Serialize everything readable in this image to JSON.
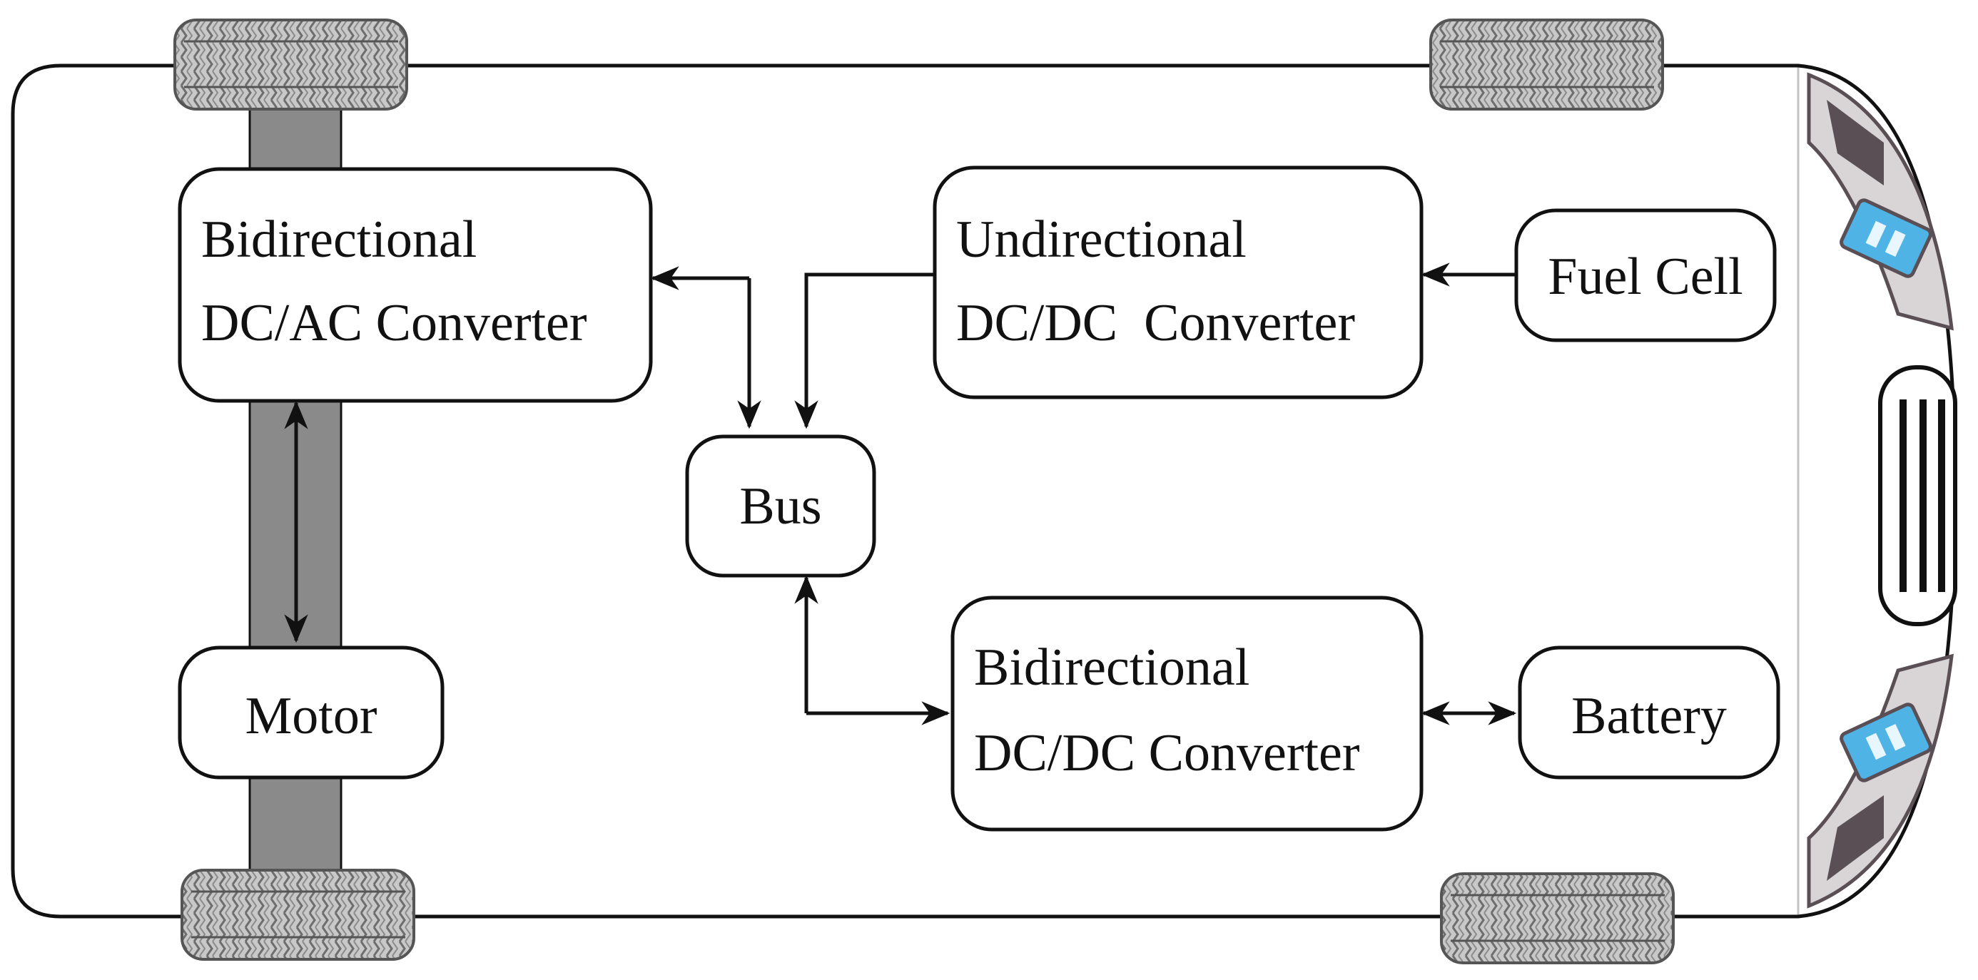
{
  "diagram": {
    "nodes": {
      "dcac": {
        "lines": [
          "Bidirectional",
          "DC/AC Converter"
        ]
      },
      "undir": {
        "lines": [
          "Undirectional",
          "DC/DC  Converter"
        ]
      },
      "fuel": {
        "lines": [
          "Fuel Cell"
        ]
      },
      "bus": {
        "lines": [
          "Bus"
        ]
      },
      "motor": {
        "lines": [
          "Motor"
        ]
      },
      "bidcdc": {
        "lines": [
          "Bidirectional",
          "DC/DC Converter"
        ]
      },
      "battery": {
        "lines": [
          "Battery"
        ]
      }
    },
    "colors": {
      "stroke": "#111111",
      "axle": "#8a8a8a",
      "tire": "#bdbdbd",
      "tire_tread": "#6e6e6e",
      "headlight_blue": "#4fb3e6",
      "headlight_frame": "#5a4f55"
    }
  }
}
